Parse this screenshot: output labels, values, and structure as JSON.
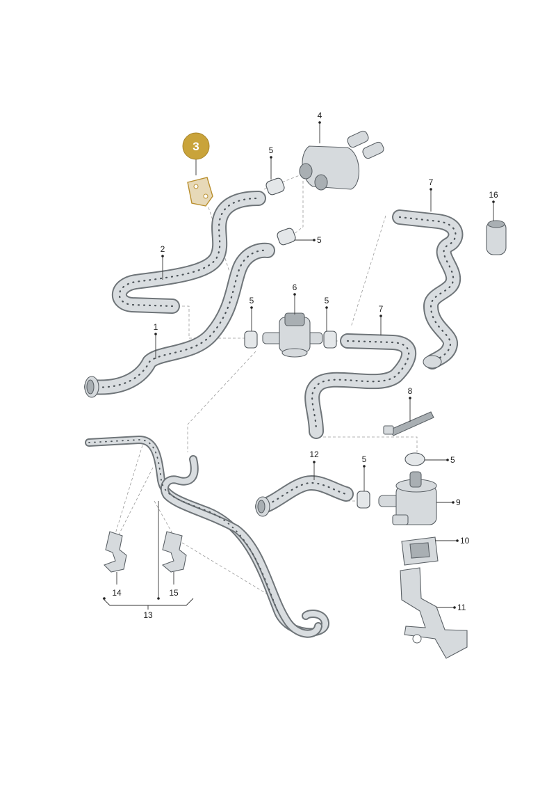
{
  "highlight": {
    "number": "3",
    "color": "#c9a33a"
  },
  "callouts": {
    "c1": "1",
    "c2": "2",
    "c4": "4",
    "c5a": "5",
    "c5b": "5",
    "c5c": "5",
    "c5d": "5",
    "c5e": "5",
    "c5f": "5",
    "c6": "6",
    "c7a": "7",
    "c7b": "7",
    "c8": "8",
    "c9": "9",
    "c10": "10",
    "c11": "11",
    "c12": "12",
    "c13": "13",
    "c14": "14",
    "c15": "15",
    "c16": "16"
  }
}
